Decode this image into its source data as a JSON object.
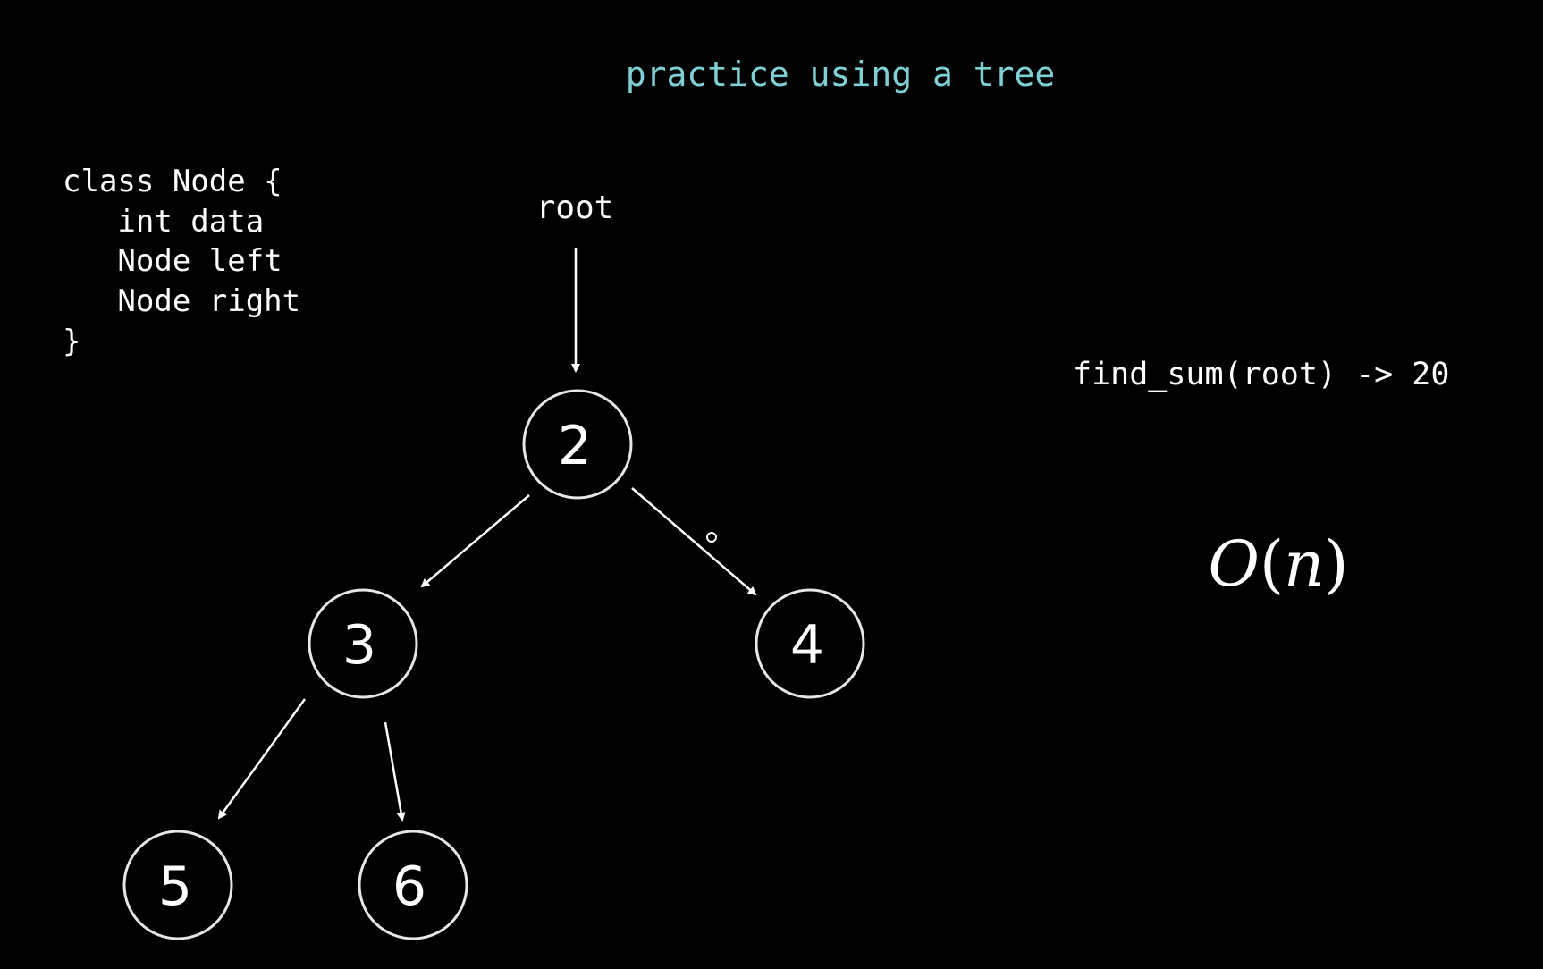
{
  "title": "practice using a tree",
  "class_def": {
    "lines": [
      "class Node {",
      "   int data",
      "   Node left",
      "   Node right",
      "}"
    ]
  },
  "tree": {
    "root_label": "root",
    "nodes": {
      "n2": "2",
      "n3": "3",
      "n4": "4",
      "n5": "5",
      "n6": "6"
    }
  },
  "call": "find_sum(root) -> 20",
  "complexity": {
    "big_o": "O",
    "open_paren": "(",
    "var": "n",
    "close_paren": ")"
  },
  "colors": {
    "background": "#000000",
    "title": "#7fd0d4",
    "foreground": "#ffffff",
    "node_stroke": "#e6e6e6"
  }
}
